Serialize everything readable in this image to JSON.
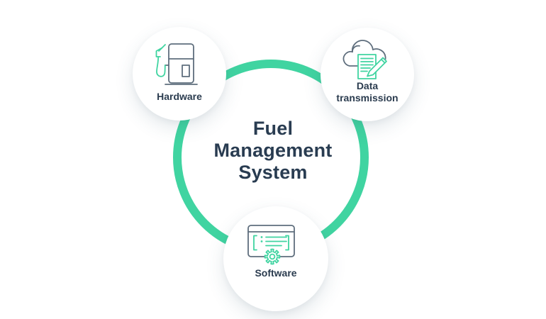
{
  "title": "Fuel\nManagement\nSystem",
  "nodes": [
    {
      "id": "hardware",
      "label": "Hardware",
      "icon": "fuel-pump-icon"
    },
    {
      "id": "data-transmission",
      "label": "Data\ntransmission",
      "icon": "cloud-document-pencil-icon"
    },
    {
      "id": "software",
      "label": "Software",
      "icon": "app-window-gear-icon"
    }
  ],
  "colors": {
    "accent_green": "#40d4a1",
    "icon_slate": "#5f6e7d",
    "text_navy": "#293c51",
    "background": "#ffffff"
  }
}
